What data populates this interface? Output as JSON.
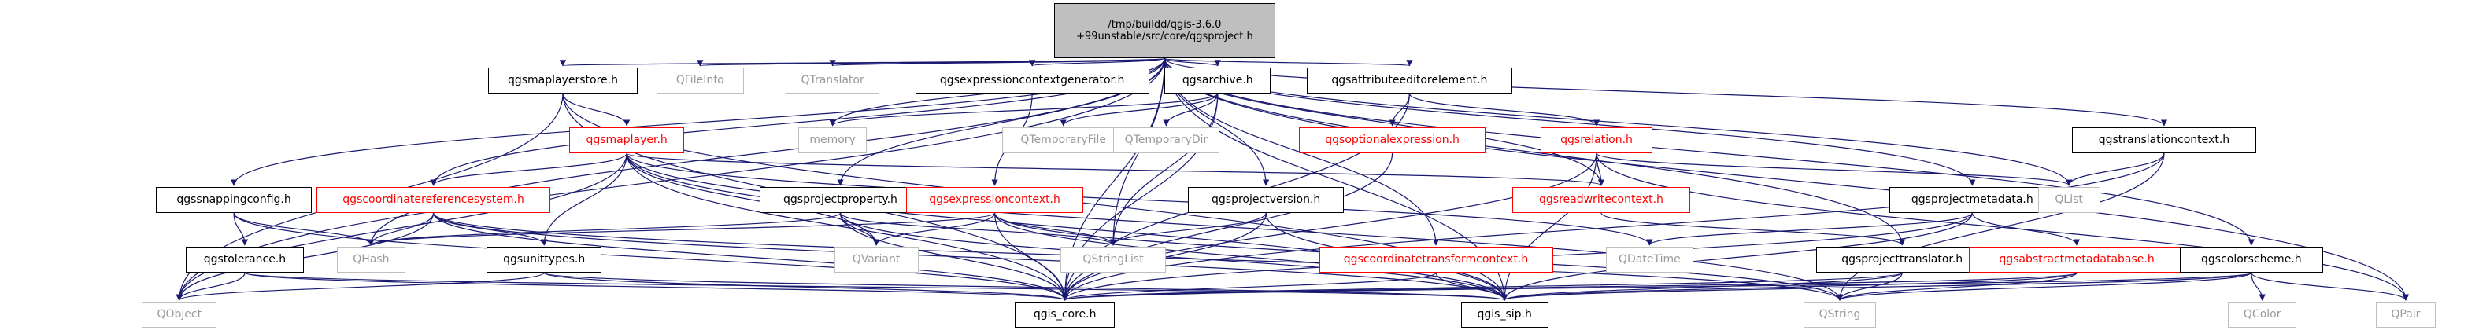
{
  "graph": {
    "nodes": [
      {
        "id": "root",
        "label_lines": [
          "/tmp/buildd/qgis-3.6.0",
          "+99unstable/src/core/qgsproject.h"
        ],
        "style": "root"
      },
      {
        "id": "qgsmaplayerstore",
        "label": "qgsmaplayerstore.h",
        "style": "black"
      },
      {
        "id": "qfileinfo",
        "label": "QFileInfo",
        "style": "grey"
      },
      {
        "id": "qtranslator",
        "label": "QTranslator",
        "style": "grey"
      },
      {
        "id": "qgsexprctxgen",
        "label": "qgsexpressioncontextgenerator.h",
        "style": "black"
      },
      {
        "id": "qgsarchive",
        "label": "qgsarchive.h",
        "style": "black"
      },
      {
        "id": "qgsattreditelem",
        "label": "qgsattributeeditorelement.h",
        "style": "black"
      },
      {
        "id": "qgstranslationctx",
        "label": "qgstranslationcontext.h",
        "style": "black"
      },
      {
        "id": "qgsmaplayer",
        "label": "qgsmaplayer.h",
        "style": "red"
      },
      {
        "id": "memory",
        "label": "memory",
        "style": "grey"
      },
      {
        "id": "qtemporaryfile",
        "label": "QTemporaryFile",
        "style": "grey"
      },
      {
        "id": "qtemporarydir",
        "label": "QTemporaryDir",
        "style": "grey"
      },
      {
        "id": "qgsoptionalexpr",
        "label": "qgsoptionalexpression.h",
        "style": "red"
      },
      {
        "id": "qgsrelation",
        "label": "qgsrelation.h",
        "style": "red"
      },
      {
        "id": "qgssnappingconfig",
        "label": "qgssnappingconfig.h",
        "style": "black"
      },
      {
        "id": "qgscrs",
        "label": "qgscoordinatereferencesystem.h",
        "style": "red"
      },
      {
        "id": "qgsprojectproperty",
        "label": "qgsprojectproperty.h",
        "style": "black"
      },
      {
        "id": "qgsexprctx",
        "label": "qgsexpressioncontext.h",
        "style": "red"
      },
      {
        "id": "qgsprojectversion",
        "label": "qgsprojectversion.h",
        "style": "black"
      },
      {
        "id": "qgsreadwritectx",
        "label": "qgsreadwritecontext.h",
        "style": "red"
      },
      {
        "id": "qgsprojectmetadata",
        "label": "qgsprojectmetadata.h",
        "style": "black"
      },
      {
        "id": "qlist",
        "label": "QList",
        "style": "grey"
      },
      {
        "id": "qgstolerance",
        "label": "qgstolerance.h",
        "style": "black"
      },
      {
        "id": "qhash",
        "label": "QHash",
        "style": "grey"
      },
      {
        "id": "qgsunittypes",
        "label": "qgsunittypes.h",
        "style": "black"
      },
      {
        "id": "qvariant",
        "label": "QVariant",
        "style": "grey"
      },
      {
        "id": "qstringlist",
        "label": "QStringList",
        "style": "grey"
      },
      {
        "id": "qgscoordtransctx",
        "label": "qgscoordinatetransformcontext.h",
        "style": "red"
      },
      {
        "id": "qdatetime",
        "label": "QDateTime",
        "style": "grey"
      },
      {
        "id": "qgsprojecttranslator",
        "label": "qgsprojecttranslator.h",
        "style": "black"
      },
      {
        "id": "qgsabstractmetadb",
        "label": "qgsabstractmetadatabase.h",
        "style": "red"
      },
      {
        "id": "qgscolorscheme",
        "label": "qgscolorscheme.h",
        "style": "black"
      },
      {
        "id": "qobject",
        "label": "QObject",
        "style": "grey"
      },
      {
        "id": "qgis_core",
        "label": "qgis_core.h",
        "style": "black"
      },
      {
        "id": "qgis_sip",
        "label": "qgis_sip.h",
        "style": "black"
      },
      {
        "id": "qstring",
        "label": "QString",
        "style": "grey"
      },
      {
        "id": "qcolor",
        "label": "QColor",
        "style": "grey"
      },
      {
        "id": "qpair",
        "label": "QPair",
        "style": "grey"
      }
    ],
    "edges": [
      [
        "root",
        "qgsmaplayerstore"
      ],
      [
        "root",
        "qfileinfo"
      ],
      [
        "root",
        "qtranslator"
      ],
      [
        "root",
        "qgsexprctxgen"
      ],
      [
        "root",
        "qgsarchive"
      ],
      [
        "root",
        "qgsattreditelem"
      ],
      [
        "root",
        "qgstranslationctx"
      ],
      [
        "root",
        "memory"
      ],
      [
        "root",
        "qgssnappingconfig"
      ],
      [
        "root",
        "qgscrs"
      ],
      [
        "root",
        "qgsprojectproperty"
      ],
      [
        "root",
        "qgsprojectversion"
      ],
      [
        "root",
        "qgsreadwritectx"
      ],
      [
        "root",
        "qgsprojectmetadata"
      ],
      [
        "root",
        "qlist"
      ],
      [
        "root",
        "qhash"
      ],
      [
        "root",
        "qstringlist"
      ],
      [
        "root",
        "qgscoordtransctx"
      ],
      [
        "root",
        "qgsprojecttranslator"
      ],
      [
        "root",
        "qgscolorscheme"
      ],
      [
        "root",
        "qobject"
      ],
      [
        "root",
        "qgis_core"
      ],
      [
        "root",
        "qgis_sip"
      ],
      [
        "root",
        "qpair"
      ],
      [
        "qgsmaplayerstore",
        "qgsmaplayer"
      ],
      [
        "qgsmaplayerstore",
        "qobject"
      ],
      [
        "qgsmaplayerstore",
        "qgis_core"
      ],
      [
        "qgsmaplayerstore",
        "qgis_sip"
      ],
      [
        "qgsexprctxgen",
        "qgsexprctx"
      ],
      [
        "qgsarchive",
        "memory"
      ],
      [
        "qgsarchive",
        "qtemporaryfile"
      ],
      [
        "qgsarchive",
        "qtemporarydir"
      ],
      [
        "qgsarchive",
        "qstringlist"
      ],
      [
        "qgsarchive",
        "qgis_core"
      ],
      [
        "qgsattreditelem",
        "qgsoptionalexpr"
      ],
      [
        "qgsattreditelem",
        "qgsrelation"
      ],
      [
        "qgsattreditelem",
        "qgis_core"
      ],
      [
        "qgstranslationctx",
        "qlist"
      ],
      [
        "qgstranslationctx",
        "qgis_core"
      ],
      [
        "qgstranslationctx",
        "qstring"
      ],
      [
        "qgsmaplayer",
        "qgscrs"
      ],
      [
        "qgsmaplayer",
        "qgsreadwritectx"
      ],
      [
        "qgsmaplayer",
        "qgsunittypes"
      ],
      [
        "qgsmaplayer",
        "qdatetime"
      ],
      [
        "qgsmaplayer",
        "qvariant"
      ],
      [
        "qgsmaplayer",
        "qobject"
      ],
      [
        "qgsmaplayer",
        "qgis_core"
      ],
      [
        "qgsmaplayer",
        "qgis_sip"
      ],
      [
        "qgsmaplayer",
        "qstring"
      ],
      [
        "qgsoptionalexpr",
        "qgis_core"
      ],
      [
        "qgsrelation",
        "qgsreadwritectx"
      ],
      [
        "qgsrelation",
        "qlist"
      ],
      [
        "qgsrelation",
        "qpair"
      ],
      [
        "qgsrelation",
        "qgis_core"
      ],
      [
        "qgsrelation",
        "qgis_sip"
      ],
      [
        "qgssnappingconfig",
        "qgstolerance"
      ],
      [
        "qgssnappingconfig",
        "qhash"
      ],
      [
        "qgssnappingconfig",
        "qgis_core"
      ],
      [
        "qgscrs",
        "qhash"
      ],
      [
        "qgscrs",
        "qgsunittypes"
      ],
      [
        "qgscrs",
        "qobject"
      ],
      [
        "qgscrs",
        "qgis_core"
      ],
      [
        "qgscrs",
        "qgis_sip"
      ],
      [
        "qgscrs",
        "qstring"
      ],
      [
        "qgsprojectproperty",
        "qhash"
      ],
      [
        "qgsprojectproperty",
        "qvariant"
      ],
      [
        "qgsprojectproperty",
        "qstringlist"
      ],
      [
        "qgsprojectproperty",
        "qgis_core"
      ],
      [
        "qgsprojectproperty",
        "qgis_sip"
      ],
      [
        "qgsexprctx",
        "qhash"
      ],
      [
        "qgsexprctx",
        "qvariant"
      ],
      [
        "qgsexprctx",
        "qstringlist"
      ],
      [
        "qgsexprctx",
        "qgis_core"
      ],
      [
        "qgsexprctx",
        "qgis_sip"
      ],
      [
        "qgsexprctx",
        "qstring"
      ],
      [
        "qgsprojectversion",
        "qstringlist"
      ],
      [
        "qgsprojectversion",
        "qgis_core"
      ],
      [
        "qgsprojectversion",
        "qgis_sip"
      ],
      [
        "qgsreadwritectx",
        "qgsprojecttranslator"
      ],
      [
        "qgsprojectmetadata",
        "qdatetime"
      ],
      [
        "qgsprojectmetadata",
        "qgsabstractmetadb"
      ],
      [
        "qgsprojectmetadata",
        "qgis_core"
      ],
      [
        "qgsprojectmetadata",
        "qgis_sip"
      ],
      [
        "qgstolerance",
        "qobject"
      ],
      [
        "qgstolerance",
        "qgis_core"
      ],
      [
        "qgstolerance",
        "qgis_sip"
      ],
      [
        "qgsunittypes",
        "qobject"
      ],
      [
        "qgsunittypes",
        "qgis_core"
      ],
      [
        "qgsunittypes",
        "qgis_sip"
      ],
      [
        "qgscoordtransctx",
        "qgis_core"
      ],
      [
        "qgscoordtransctx",
        "qgis_sip"
      ],
      [
        "qgsprojecttranslator",
        "qgis_core"
      ],
      [
        "qgsprojecttranslator",
        "qgis_sip"
      ],
      [
        "qgsprojecttranslator",
        "qstring"
      ],
      [
        "qgsabstractmetadb",
        "qgis_core"
      ],
      [
        "qgsabstractmetadb",
        "qgis_sip"
      ],
      [
        "qgsabstractmetadb",
        "qstring"
      ],
      [
        "qgscolorscheme",
        "qgis_core"
      ],
      [
        "qgscolorscheme",
        "qgis_sip"
      ],
      [
        "qgscolorscheme",
        "qstring"
      ],
      [
        "qgscolorscheme",
        "qcolor"
      ],
      [
        "qgscolorscheme",
        "qpair"
      ]
    ],
    "colors": {
      "edge": "#191970",
      "node_border": "#000000",
      "red_node": "#ff0000",
      "grey_node": "#bfbfbf",
      "root_fill": "#bfbfbf"
    }
  }
}
